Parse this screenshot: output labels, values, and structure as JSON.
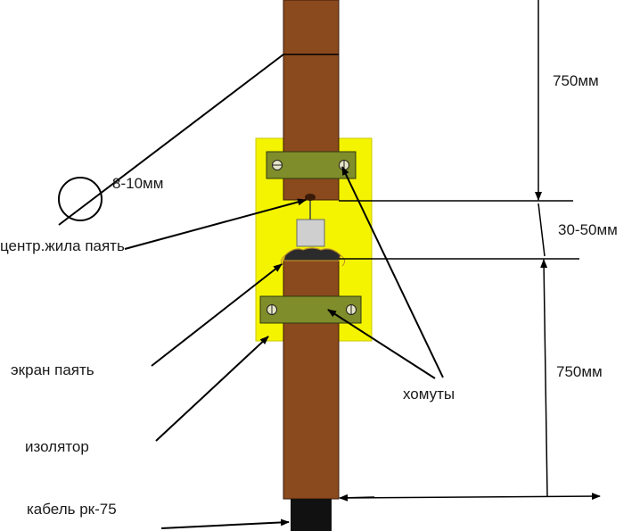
{
  "labels": {
    "diameter": "8-10мм",
    "center_core": "центр.жила паять",
    "shield": "экран паять",
    "insulator": "изолятор",
    "cable": "кабель рк-75",
    "clamps": "хомуты",
    "top_length": "750мм",
    "gap": "30-50мм",
    "bottom_length": "750мм"
  },
  "colors": {
    "rod": "#8a4a1e",
    "rod_edge": "#3a1a08",
    "plate": "#f4f400",
    "clamp": "#7f8d2a",
    "insulator": "#cfcfcf",
    "cable": "#111111",
    "line": "#000000"
  }
}
